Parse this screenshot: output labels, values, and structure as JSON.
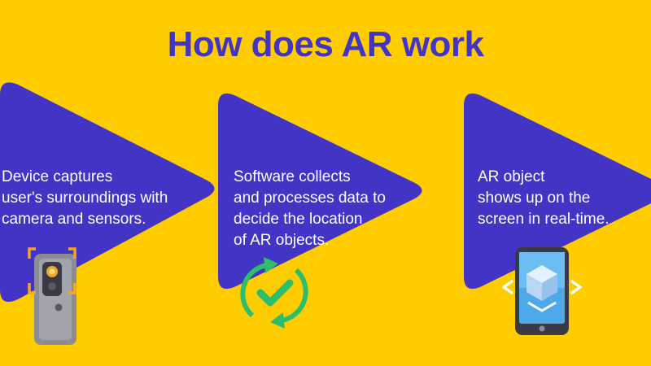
{
  "title": "How does AR work",
  "colors": {
    "background": "#FFCC00",
    "accent": "#4234C4",
    "text": "#FFFFFF",
    "check": "#2DBE6C"
  },
  "steps": [
    {
      "lines": [
        "Device captures",
        "user's surroundings with",
        "camera and sensors."
      ],
      "icon": "phone-camera-icon"
    },
    {
      "lines": [
        "Software collects",
        "and processes data to",
        "decide the location",
        "of AR objects."
      ],
      "icon": "check-sync-icon"
    },
    {
      "lines": [
        "AR object",
        "shows up on the",
        "screen in real-time."
      ],
      "icon": "ar-phone-icon"
    }
  ]
}
